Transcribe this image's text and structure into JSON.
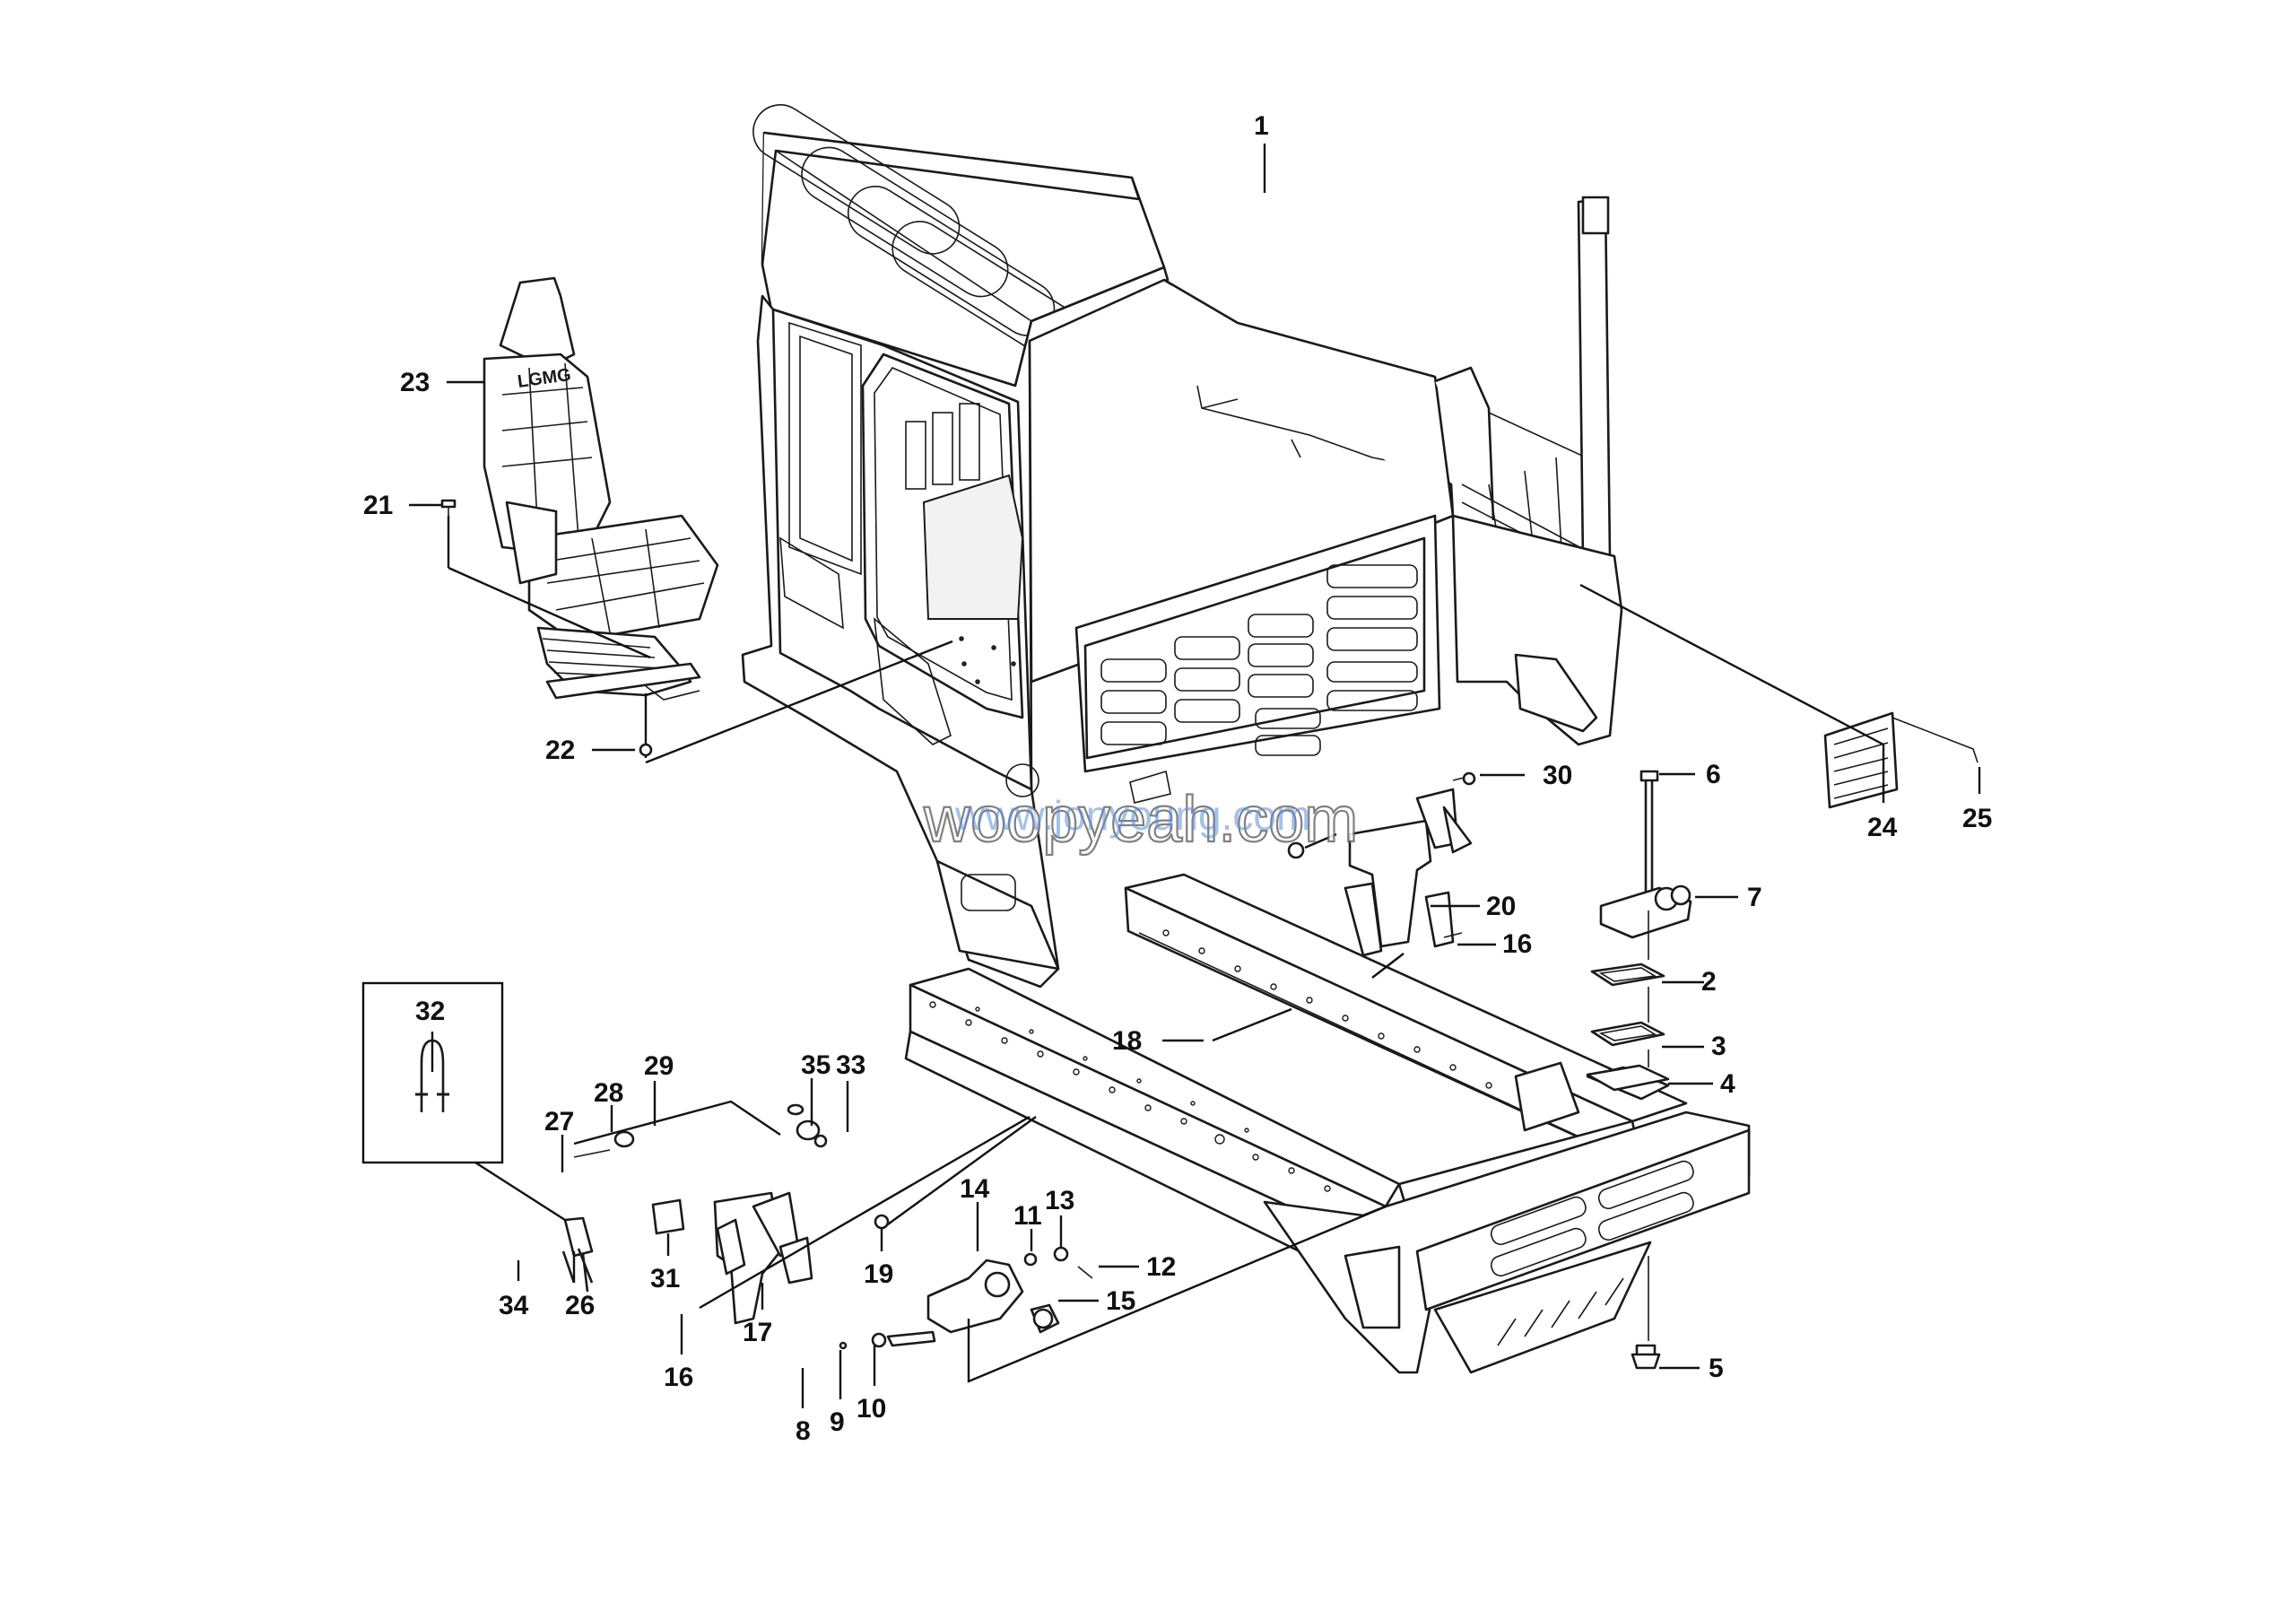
{
  "callouts": [
    {
      "id": "1",
      "text": "1"
    },
    {
      "id": "2",
      "text": "2"
    },
    {
      "id": "3",
      "text": "3"
    },
    {
      "id": "4",
      "text": "4"
    },
    {
      "id": "5",
      "text": "5"
    },
    {
      "id": "6",
      "text": "6"
    },
    {
      "id": "7",
      "text": "7"
    },
    {
      "id": "8",
      "text": "8"
    },
    {
      "id": "9",
      "text": "9"
    },
    {
      "id": "10",
      "text": "10"
    },
    {
      "id": "11",
      "text": "11"
    },
    {
      "id": "12",
      "text": "12"
    },
    {
      "id": "13",
      "text": "13"
    },
    {
      "id": "14",
      "text": "14"
    },
    {
      "id": "15",
      "text": "15"
    },
    {
      "id": "16a",
      "text": "16"
    },
    {
      "id": "16b",
      "text": "16"
    },
    {
      "id": "17",
      "text": "17"
    },
    {
      "id": "18",
      "text": "18"
    },
    {
      "id": "19",
      "text": "19"
    },
    {
      "id": "20",
      "text": "20"
    },
    {
      "id": "21",
      "text": "21"
    },
    {
      "id": "22",
      "text": "22"
    },
    {
      "id": "23",
      "text": "23"
    },
    {
      "id": "24",
      "text": "24"
    },
    {
      "id": "25",
      "text": "25"
    },
    {
      "id": "26",
      "text": "26"
    },
    {
      "id": "27",
      "text": "27"
    },
    {
      "id": "28",
      "text": "28"
    },
    {
      "id": "29",
      "text": "29"
    },
    {
      "id": "30",
      "text": "30"
    },
    {
      "id": "31",
      "text": "31"
    },
    {
      "id": "32",
      "text": "32"
    },
    {
      "id": "33",
      "text": "33"
    },
    {
      "id": "34",
      "text": "34"
    },
    {
      "id": "35",
      "text": "35"
    }
  ],
  "seat_logo": "LGMG",
  "watermark": {
    "outline_text": "woopyeah.com",
    "overlay_text": "www.jonyoung.com"
  }
}
